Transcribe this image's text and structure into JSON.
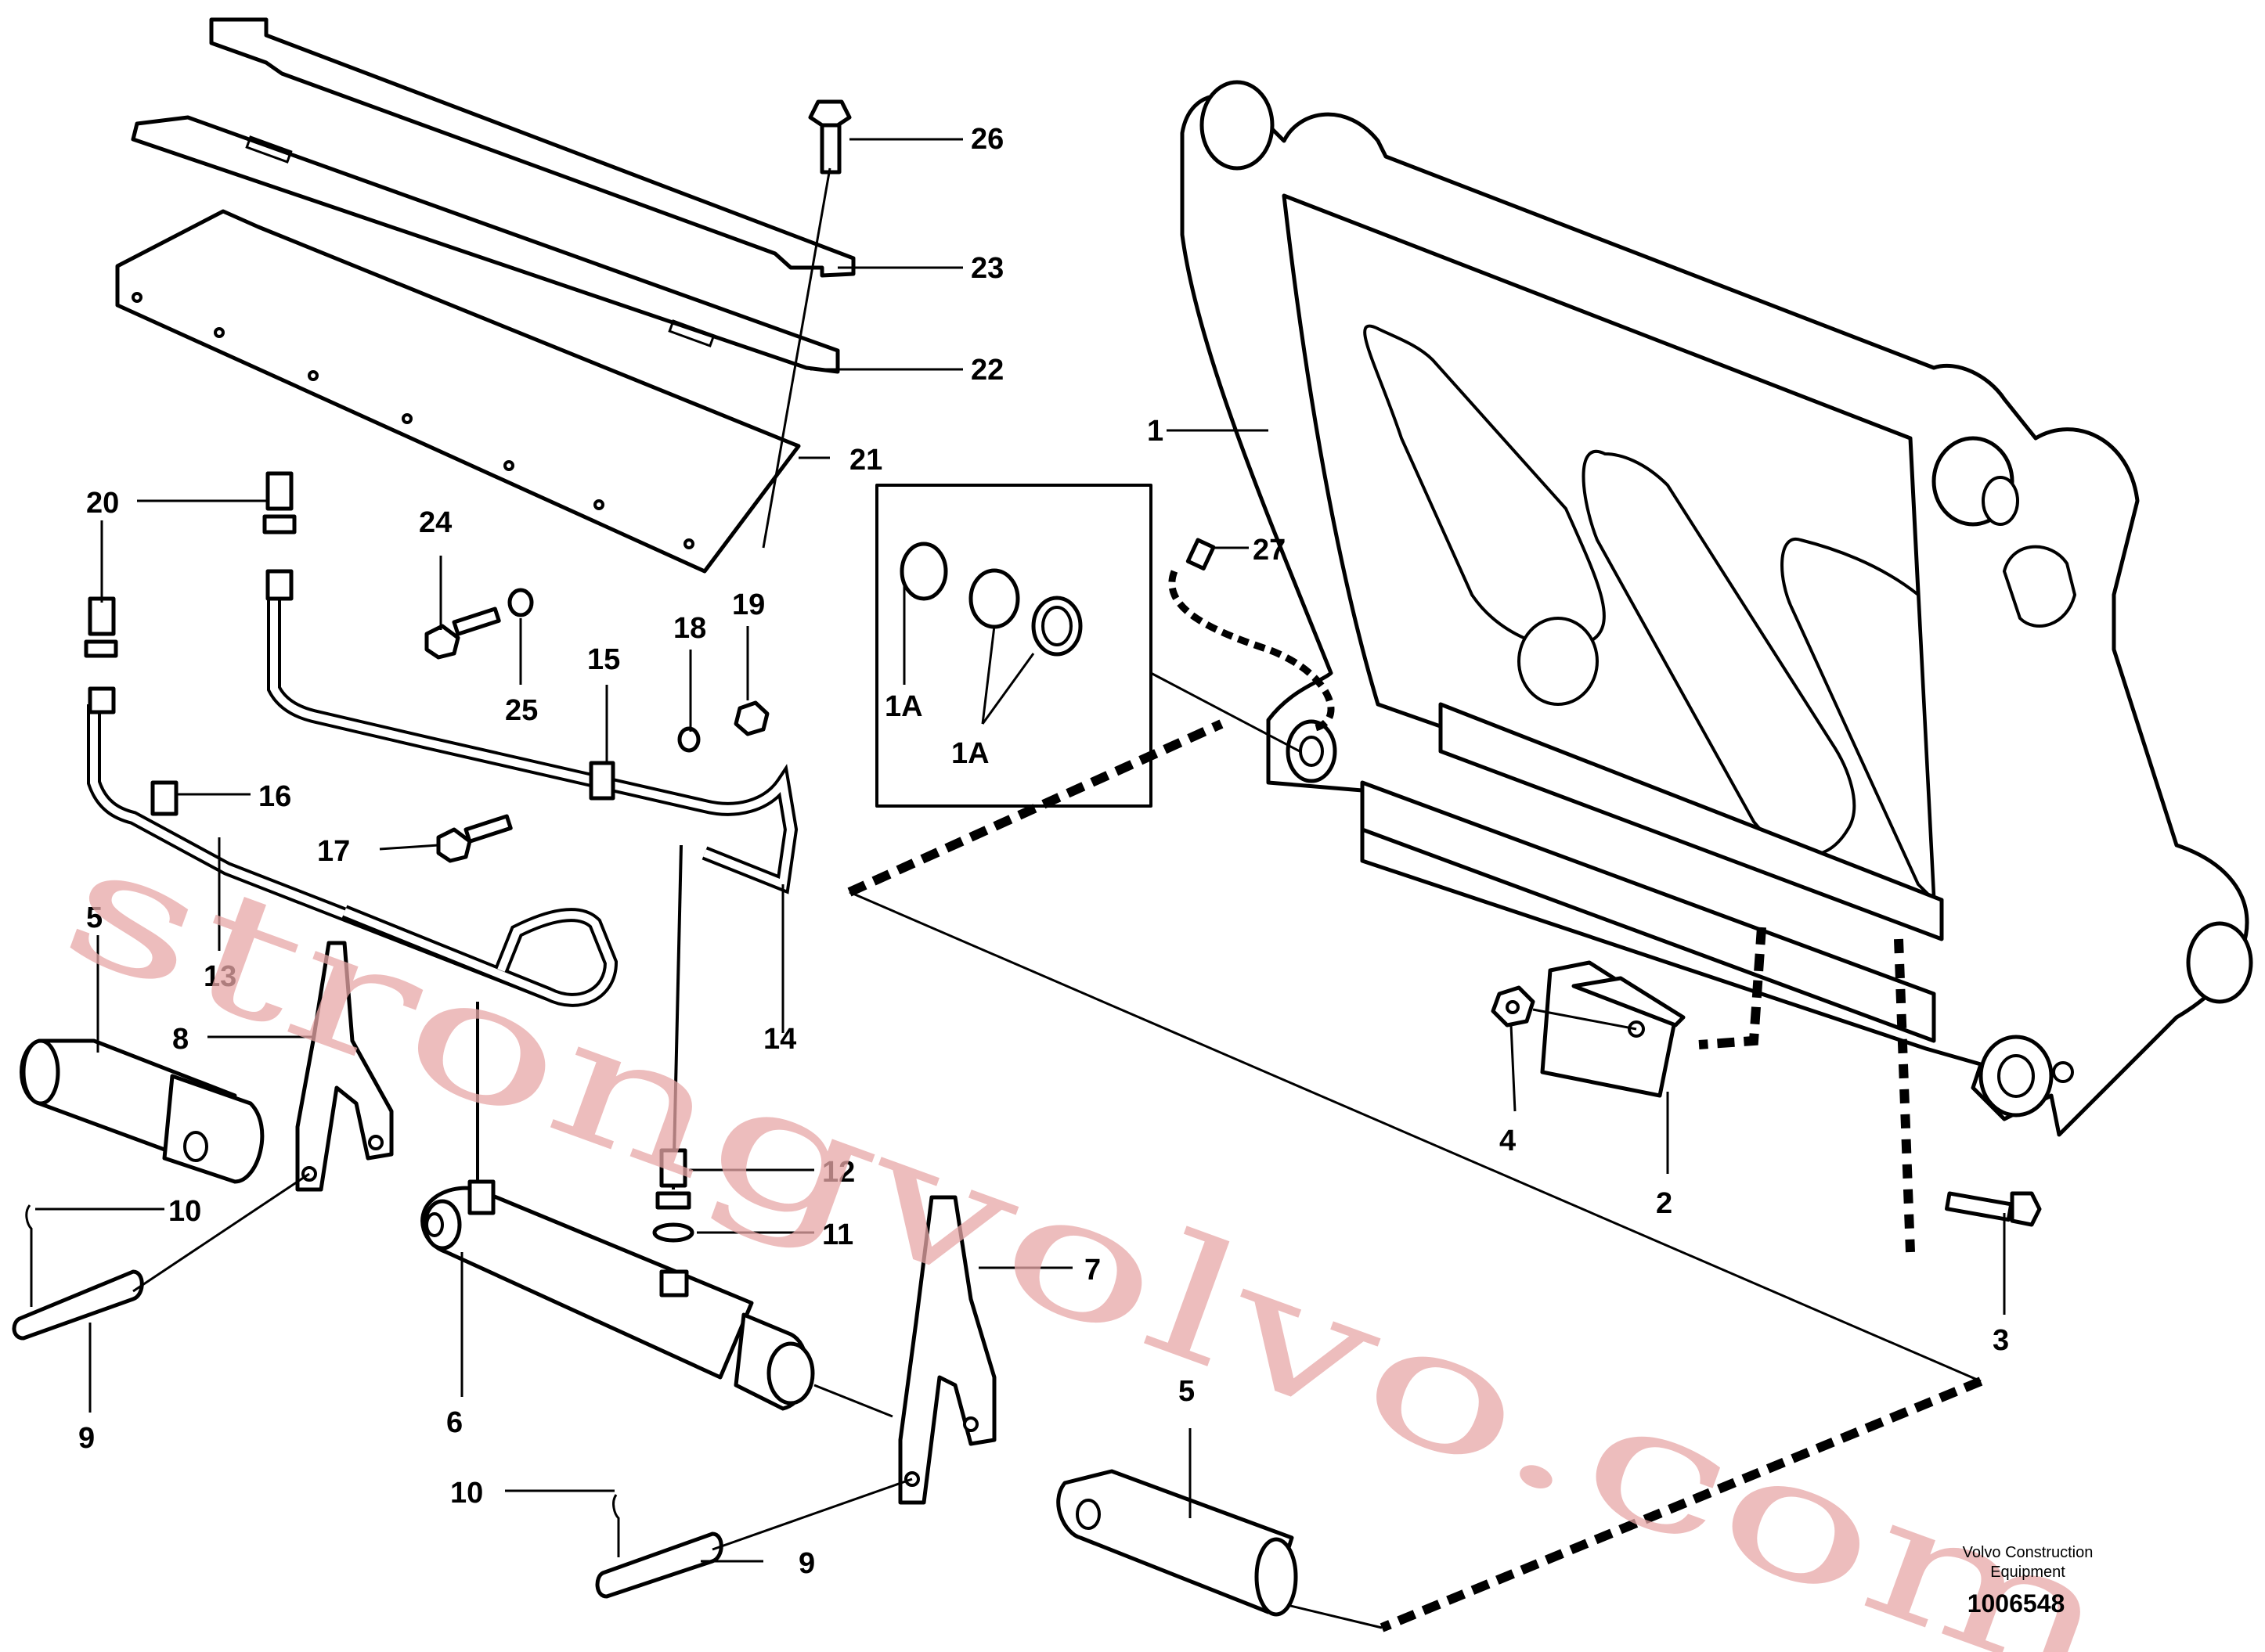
{
  "callouts": {
    "c1": "1",
    "c1a_single": "1A",
    "c1a_pair": "1A",
    "c2": "2",
    "c3": "3",
    "c4": "4",
    "c5_left": "5",
    "c5_bottom": "5",
    "c6": "6",
    "c7": "7",
    "c8": "8",
    "c9_left": "9",
    "c9_bottom": "9",
    "c10_left": "10",
    "c10_bottom": "10",
    "c11": "11",
    "c12": "12",
    "c13": "13",
    "c14": "14",
    "c15": "15",
    "c16": "16",
    "c17": "17",
    "c18": "18",
    "c19": "19",
    "c20": "20",
    "c21": "21",
    "c22": "22",
    "c23": "23",
    "c24": "24",
    "c25": "25",
    "c26": "26",
    "c27": "27"
  },
  "watermark": "strongvolvo.com",
  "footer": {
    "brand_line1": "Volvo Construction",
    "brand_line2": "Equipment",
    "drawing_number": "1006548"
  }
}
